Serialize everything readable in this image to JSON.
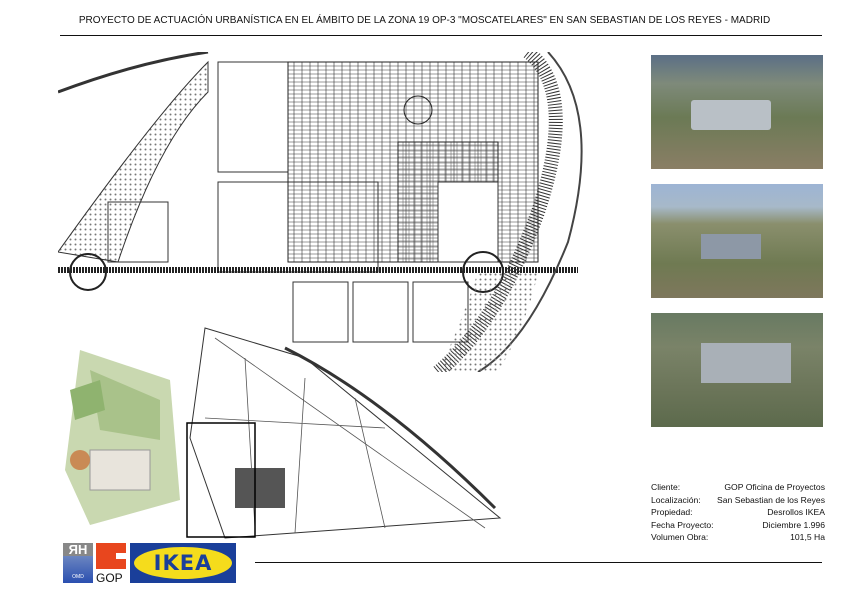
{
  "title": "PROYECTO DE ACTUACIÓN URBANÍSTICA EN EL ÁMBITO DE LA ZONA 19 OP-3 \"MOSCATELARES\" EN SAN SEBASTIAN DE LOS REYES - MADRID",
  "info": [
    {
      "label": "Cliente:",
      "value": "GOP Oficina de Proyectos"
    },
    {
      "label": "Localización:",
      "value": "San Sebastian de los Reyes"
    },
    {
      "label": "Propiedad:",
      "value": "Desrollos IKEA"
    },
    {
      "label": "Fecha Proyecto:",
      "value": "Diciembre 1.996"
    },
    {
      "label": "Volumen Obra:",
      "value": "101,5 Ha"
    }
  ],
  "logos": {
    "rh": "ЯH",
    "rh_sub": "OMD",
    "gop": "GOP",
    "ikea": "IKEA"
  },
  "colors": {
    "ikea_blue": "#1a3f9a",
    "ikea_yellow": "#f5dc1c",
    "gop_red": "#e8461e"
  }
}
